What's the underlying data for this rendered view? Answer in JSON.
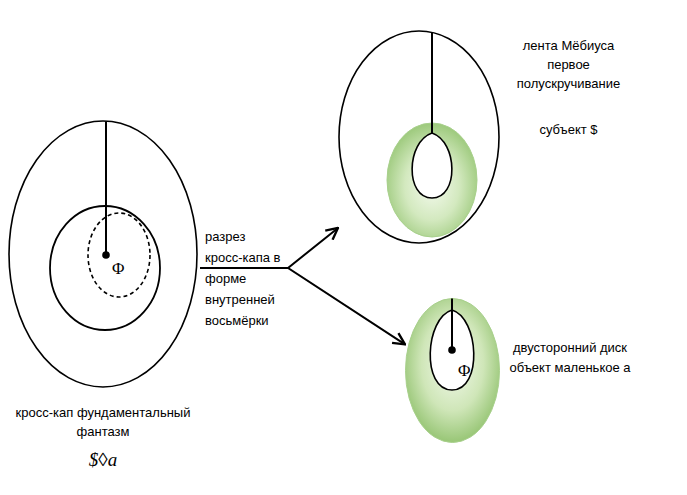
{
  "diagram": {
    "nodes": [
      {
        "text": [
          "кросс-кап фундаментальный фантазм",
          "$◊a"
        ]
      },
      {
        "text": [
          "Φ"
        ],
        "in": 0
      },
      {
        "text": [
          "лента Мёбиуса первое полускручивание",
          "субъект $"
        ]
      },
      {
        "text": [
          "двусторонний диск объект маленькое a"
        ]
      },
      {
        "text": [
          "Φ"
        ],
        "in": 3
      }
    ],
    "edges": [
      {
        "from": 0,
        "to": 2,
        "arrow": "to",
        "label": "разрез кросс-капа в форме внутренней восьмёрки"
      },
      {
        "from": 0,
        "to": 3,
        "arrow": "to"
      }
    ]
  }
}
